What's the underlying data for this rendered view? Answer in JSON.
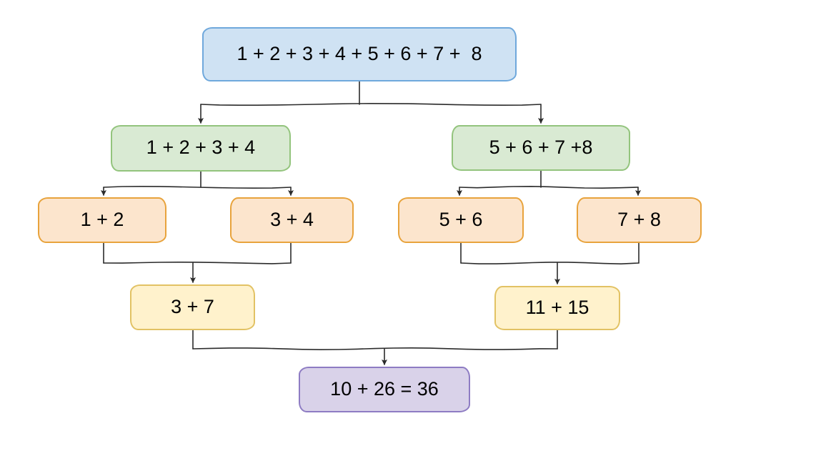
{
  "diagram": {
    "description": "Divide and conquer summation tree",
    "colors": {
      "blue_fill": "#cfe2f3",
      "blue_border": "#6fa8dc",
      "green_fill": "#d9ead3",
      "green_border": "#93c47d",
      "orange_fill": "#fce5cd",
      "orange_border": "#e8a33c",
      "yellow_fill": "#fff2cc",
      "yellow_border": "#e2c264",
      "purple_fill": "#d9d2e9",
      "purple_border": "#8e7cc3",
      "line": "#2b2b2b",
      "text": "#000000"
    },
    "nodes": [
      {
        "id": "root",
        "label": "1 + 2 + 3 + 4 + 5 + 6 + 7 +  8",
        "color": "blue"
      },
      {
        "id": "left4",
        "label": "1 + 2 + 3 + 4",
        "color": "green"
      },
      {
        "id": "right4",
        "label": "5 + 6 + 7 +8",
        "color": "green"
      },
      {
        "id": "pair12",
        "label": "1 + 2",
        "color": "orange"
      },
      {
        "id": "pair34",
        "label": "3 + 4",
        "color": "orange"
      },
      {
        "id": "pair56",
        "label": "5 + 6",
        "color": "orange"
      },
      {
        "id": "pair78",
        "label": "7 + 8",
        "color": "orange"
      },
      {
        "id": "sum37",
        "label": "3 + 7",
        "color": "yellow"
      },
      {
        "id": "sum1115",
        "label": "11 + 15",
        "color": "yellow"
      },
      {
        "id": "total",
        "label": "10 + 26 = 36",
        "color": "purple"
      }
    ]
  }
}
